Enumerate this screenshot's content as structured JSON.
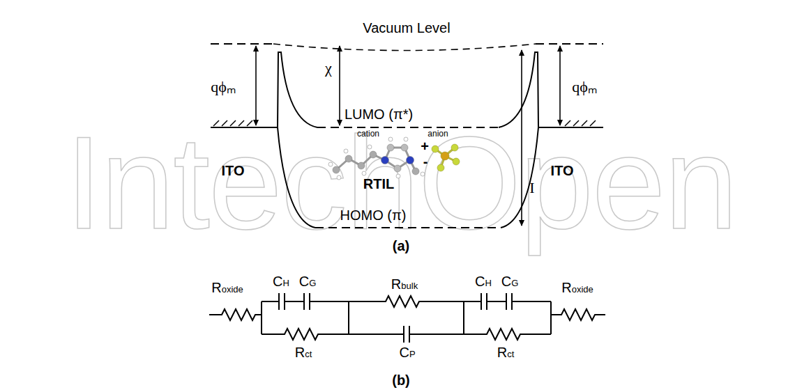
{
  "diagram": {
    "labels": [
      "Vacuum Level",
      "qϕₘ",
      "χ",
      "qϕₘ",
      "LUMO (π*)",
      "cation",
      "anion",
      "+",
      "-",
      "ITO",
      "RTIL",
      "I",
      "ITO",
      "HOMO (π)",
      "(a)",
      "Roxide",
      "CH",
      "CG",
      "Rbulk",
      "CH",
      "CG",
      "Roxide",
      "Rct",
      "CP",
      "Rct",
      "(b)",
      "IntechOpen"
    ]
  }
}
